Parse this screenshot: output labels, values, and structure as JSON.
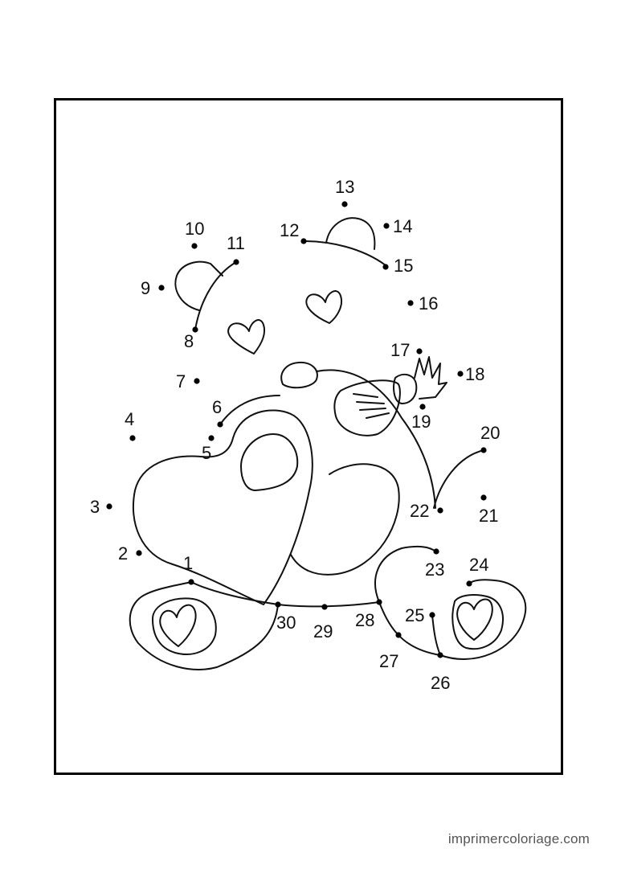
{
  "page": {
    "background": "#ffffff",
    "line_color": "#111111"
  },
  "dots": [
    {
      "label": "1"
    },
    {
      "label": "2"
    },
    {
      "label": "3"
    },
    {
      "label": "4"
    },
    {
      "label": "5"
    },
    {
      "label": "6"
    },
    {
      "label": "7"
    },
    {
      "label": "8"
    },
    {
      "label": "9"
    },
    {
      "label": "10"
    },
    {
      "label": "11"
    },
    {
      "label": "12"
    },
    {
      "label": "13"
    },
    {
      "label": "14"
    },
    {
      "label": "15"
    },
    {
      "label": "16"
    },
    {
      "label": "17"
    },
    {
      "label": "18"
    },
    {
      "label": "19"
    },
    {
      "label": "20"
    },
    {
      "label": "21"
    },
    {
      "label": "22"
    },
    {
      "label": "23"
    },
    {
      "label": "24"
    },
    {
      "label": "25"
    },
    {
      "label": "26"
    },
    {
      "label": "27"
    },
    {
      "label": "28"
    },
    {
      "label": "29"
    },
    {
      "label": "30"
    }
  ],
  "footer": {
    "website": "imprimercoloriage.com"
  }
}
